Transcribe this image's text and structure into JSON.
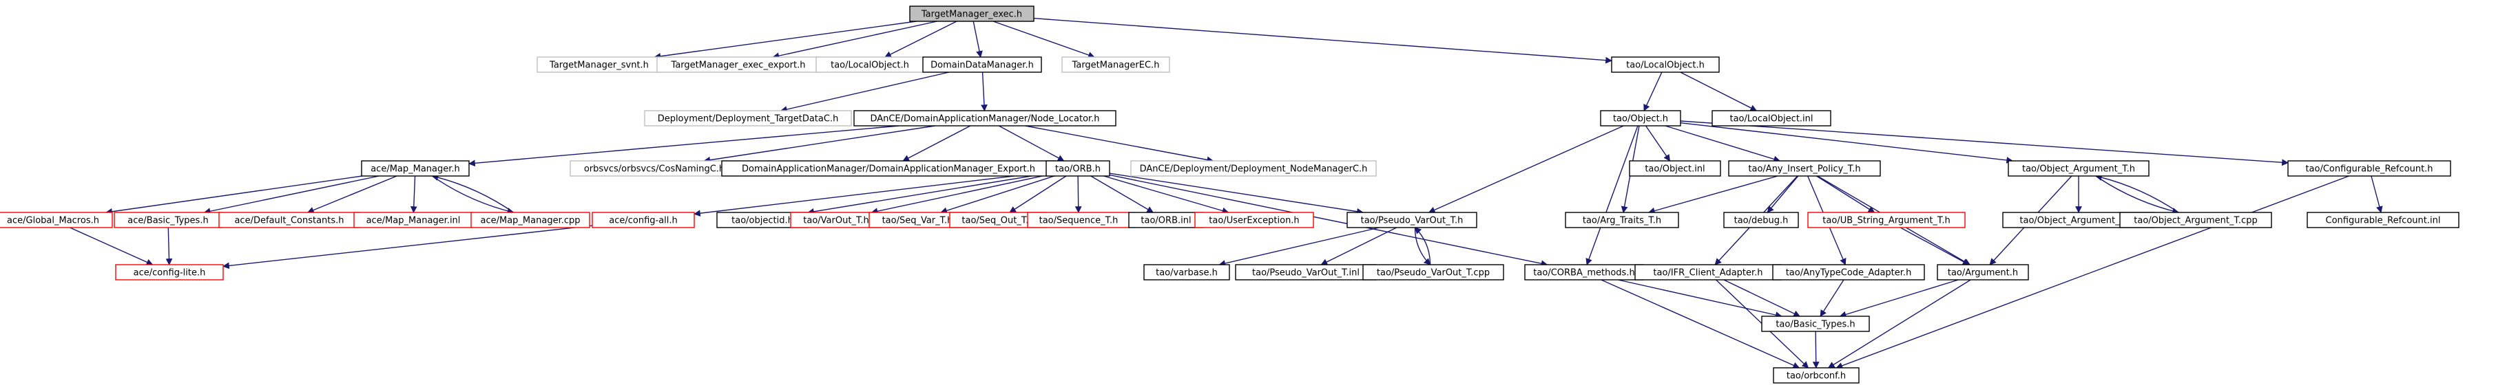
{
  "colors": {
    "edge": "#191970",
    "root_fill": "#bfbfbf",
    "linked_border": "#000000",
    "undocumented_border": "#ff0000",
    "external_border": "#bfbfbf"
  },
  "nodes": [
    {
      "id": "root",
      "label": "TargetManager_exec.h",
      "style": "root"
    },
    {
      "id": "svnt",
      "label": "TargetManager_svnt.h",
      "style": "gray"
    },
    {
      "id": "exec_export",
      "label": "TargetManager_exec_export.h",
      "style": "gray"
    },
    {
      "id": "localobj1",
      "label": "tao/LocalObject.h",
      "style": "gray"
    },
    {
      "id": "ddm",
      "label": "DomainDataManager.h",
      "style": "black"
    },
    {
      "id": "tmec",
      "label": "TargetManagerEC.h",
      "style": "gray"
    },
    {
      "id": "localobj2",
      "label": "tao/LocalObject.h",
      "style": "black"
    },
    {
      "id": "tdc",
      "label": "Deployment/Deployment_TargetDataC.h",
      "style": "gray"
    },
    {
      "id": "nodeloc",
      "label": "DAnCE/DomainApplicationManager/Node_Locator.h",
      "style": "black"
    },
    {
      "id": "tao_object",
      "label": "tao/Object.h",
      "style": "black"
    },
    {
      "id": "localobj_inl",
      "label": "tao/LocalObject.inl",
      "style": "black"
    },
    {
      "id": "mapmgr",
      "label": "ace/Map_Manager.h",
      "style": "black"
    },
    {
      "id": "cosnaming",
      "label": "orbsvcs/orbsvcs/CosNamingC.h",
      "style": "gray"
    },
    {
      "id": "dam_export",
      "label": "DomainApplicationManager/DomainApplicationManager_Export.h",
      "style": "black"
    },
    {
      "id": "orb",
      "label": "tao/ORB.h",
      "style": "black"
    },
    {
      "id": "nmc",
      "label": "DAnCE/Deployment/Deployment_NodeManagerC.h",
      "style": "gray"
    },
    {
      "id": "global_macros",
      "label": "ace/Global_Macros.h",
      "style": "red"
    },
    {
      "id": "ace_basic_types",
      "label": "ace/Basic_Types.h",
      "style": "red"
    },
    {
      "id": "default_constants",
      "label": "ace/Default_Constants.h",
      "style": "red"
    },
    {
      "id": "mapmgr_inl",
      "label": "ace/Map_Manager.inl",
      "style": "red"
    },
    {
      "id": "mapmgr_cpp",
      "label": "ace/Map_Manager.cpp",
      "style": "red"
    },
    {
      "id": "config_lite",
      "label": "ace/config-lite.h",
      "style": "red"
    },
    {
      "id": "config_all",
      "label": "ace/config-all.h",
      "style": "red"
    },
    {
      "id": "objectid",
      "label": "tao/objectid.h",
      "style": "black"
    },
    {
      "id": "varout",
      "label": "tao/VarOut_T.h",
      "style": "red"
    },
    {
      "id": "seqvar",
      "label": "tao/Seq_Var_T.h",
      "style": "red"
    },
    {
      "id": "seqout",
      "label": "tao/Seq_Out_T.h",
      "style": "red"
    },
    {
      "id": "sequence",
      "label": "tao/Sequence_T.h",
      "style": "red"
    },
    {
      "id": "orb_inl",
      "label": "tao/ORB.inl",
      "style": "black"
    },
    {
      "id": "userexc",
      "label": "tao/UserException.h",
      "style": "red"
    },
    {
      "id": "pseudo_varout",
      "label": "tao/Pseudo_VarOut_T.h",
      "style": "black"
    },
    {
      "id": "varbase",
      "label": "tao/varbase.h",
      "style": "black"
    },
    {
      "id": "pseudo_inl",
      "label": "tao/Pseudo_VarOut_T.inl",
      "style": "black"
    },
    {
      "id": "pseudo_cpp",
      "label": "tao/Pseudo_VarOut_T.cpp",
      "style": "black"
    },
    {
      "id": "corba_methods",
      "label": "tao/CORBA_methods.h",
      "style": "black"
    },
    {
      "id": "object_inl",
      "label": "tao/Object.inl",
      "style": "black"
    },
    {
      "id": "any_insert",
      "label": "tao/Any_Insert_Policy_T.h",
      "style": "black"
    },
    {
      "id": "arg_traits",
      "label": "tao/Arg_Traits_T.h",
      "style": "black"
    },
    {
      "id": "debug",
      "label": "tao/debug.h",
      "style": "black"
    },
    {
      "id": "ub_string",
      "label": "tao/UB_String_Argument_T.h",
      "style": "red"
    },
    {
      "id": "ifr_client",
      "label": "tao/IFR_Client_Adapter.h",
      "style": "black"
    },
    {
      "id": "anytypecode",
      "label": "tao/AnyTypeCode_Adapter.h",
      "style": "black"
    },
    {
      "id": "argument",
      "label": "tao/Argument.h",
      "style": "black"
    },
    {
      "id": "tao_basic_types",
      "label": "tao/Basic_Types.h",
      "style": "black"
    },
    {
      "id": "orbconf",
      "label": "tao/orbconf.h",
      "style": "black"
    },
    {
      "id": "obj_arg",
      "label": "tao/Object_Argument_T.h",
      "style": "black"
    },
    {
      "id": "obj_arg_inl",
      "label": "tao/Object_Argument_T.inl",
      "style": "black"
    },
    {
      "id": "obj_arg_cpp",
      "label": "tao/Object_Argument_T.cpp",
      "style": "black"
    },
    {
      "id": "cfg_refcount",
      "label": "tao/Configurable_Refcount.h",
      "style": "black"
    },
    {
      "id": "cfg_refcount_inl",
      "label": "Configurable_Refcount.inl",
      "style": "black"
    }
  ],
  "edges": [
    [
      "root",
      "svnt"
    ],
    [
      "root",
      "exec_export"
    ],
    [
      "root",
      "localobj1"
    ],
    [
      "root",
      "ddm"
    ],
    [
      "root",
      "tmec"
    ],
    [
      "root",
      "localobj2"
    ],
    [
      "ddm",
      "tdc"
    ],
    [
      "ddm",
      "nodeloc"
    ],
    [
      "localobj2",
      "tao_object"
    ],
    [
      "localobj2",
      "localobj_inl"
    ],
    [
      "nodeloc",
      "mapmgr"
    ],
    [
      "nodeloc",
      "cosnaming"
    ],
    [
      "nodeloc",
      "dam_export"
    ],
    [
      "nodeloc",
      "orb"
    ],
    [
      "nodeloc",
      "nmc"
    ],
    [
      "mapmgr",
      "global_macros"
    ],
    [
      "mapmgr",
      "ace_basic_types"
    ],
    [
      "mapmgr",
      "default_constants"
    ],
    [
      "mapmgr",
      "mapmgr_inl"
    ],
    [
      "mapmgr",
      "mapmgr_cpp"
    ],
    [
      "mapmgr_cpp",
      "mapmgr"
    ],
    [
      "global_macros",
      "config_lite"
    ],
    [
      "ace_basic_types",
      "config_lite"
    ],
    [
      "config_all",
      "config_lite"
    ],
    [
      "orb",
      "config_all"
    ],
    [
      "orb",
      "objectid"
    ],
    [
      "orb",
      "varout"
    ],
    [
      "orb",
      "seqvar"
    ],
    [
      "orb",
      "seqout"
    ],
    [
      "orb",
      "sequence"
    ],
    [
      "orb",
      "orb_inl"
    ],
    [
      "orb",
      "userexc"
    ],
    [
      "orb",
      "pseudo_varout"
    ],
    [
      "orb",
      "corba_methods"
    ],
    [
      "pseudo_varout",
      "varbase"
    ],
    [
      "pseudo_varout",
      "pseudo_inl"
    ],
    [
      "pseudo_varout",
      "pseudo_cpp"
    ],
    [
      "pseudo_cpp",
      "pseudo_varout"
    ],
    [
      "tao_object",
      "pseudo_varout"
    ],
    [
      "tao_object",
      "corba_methods"
    ],
    [
      "tao_object",
      "object_inl"
    ],
    [
      "tao_object",
      "arg_traits"
    ],
    [
      "tao_object",
      "any_insert"
    ],
    [
      "tao_object",
      "obj_arg"
    ],
    [
      "tao_object",
      "cfg_refcount"
    ],
    [
      "corba_methods",
      "tao_basic_types"
    ],
    [
      "corba_methods",
      "orbconf"
    ],
    [
      "any_insert",
      "arg_traits"
    ],
    [
      "any_insert",
      "debug"
    ],
    [
      "any_insert",
      "ub_string"
    ],
    [
      "any_insert",
      "ifr_client"
    ],
    [
      "any_insert",
      "anytypecode"
    ],
    [
      "any_insert",
      "argument"
    ],
    [
      "ub_string",
      "argument"
    ],
    [
      "ifr_client",
      "tao_basic_types"
    ],
    [
      "ifr_client",
      "orbconf"
    ],
    [
      "anytypecode",
      "tao_basic_types"
    ],
    [
      "argument",
      "tao_basic_types"
    ],
    [
      "argument",
      "orbconf"
    ],
    [
      "tao_basic_types",
      "orbconf"
    ],
    [
      "obj_arg",
      "argument"
    ],
    [
      "obj_arg",
      "obj_arg_inl"
    ],
    [
      "obj_arg",
      "obj_arg_cpp"
    ],
    [
      "obj_arg_cpp",
      "obj_arg"
    ],
    [
      "cfg_refcount",
      "cfg_refcount_inl"
    ],
    [
      "cfg_refcount",
      "orbconf"
    ]
  ]
}
